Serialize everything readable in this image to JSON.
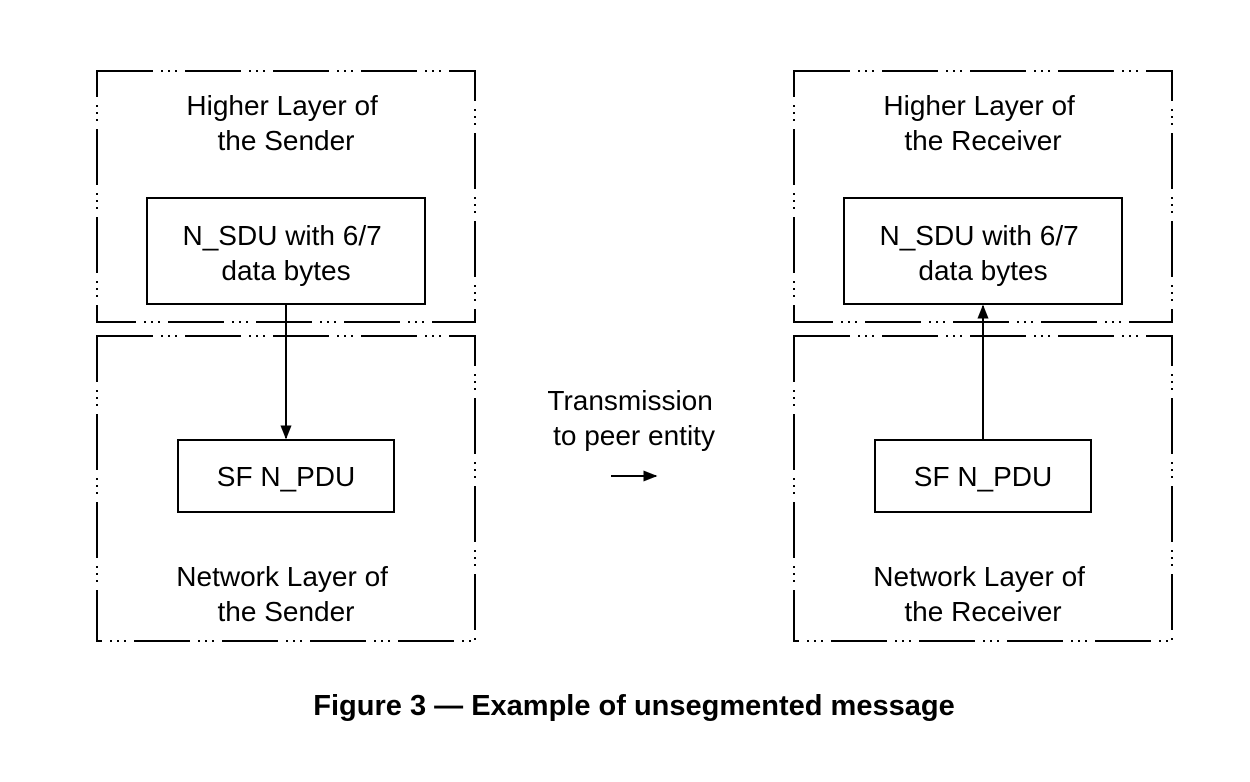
{
  "sender": {
    "higher_layer": [
      "Higher Layer of",
      "the Sender"
    ],
    "sdu_box": [
      "N_SDU with 6/7",
      "data bytes"
    ],
    "pdu_box": "SF N_PDU",
    "network_layer": [
      "Network Layer of",
      "the Sender"
    ]
  },
  "receiver": {
    "higher_layer": [
      "Higher Layer of",
      "the Receiver"
    ],
    "sdu_box": [
      "N_SDU with 6/7",
      "data bytes"
    ],
    "pdu_box": "SF N_PDU",
    "network_layer": [
      "Network Layer of",
      "the Receiver"
    ]
  },
  "transmission": [
    "Transmission",
    "to peer entity"
  ],
  "caption": "Figure 3 — Example of unsegmented message"
}
